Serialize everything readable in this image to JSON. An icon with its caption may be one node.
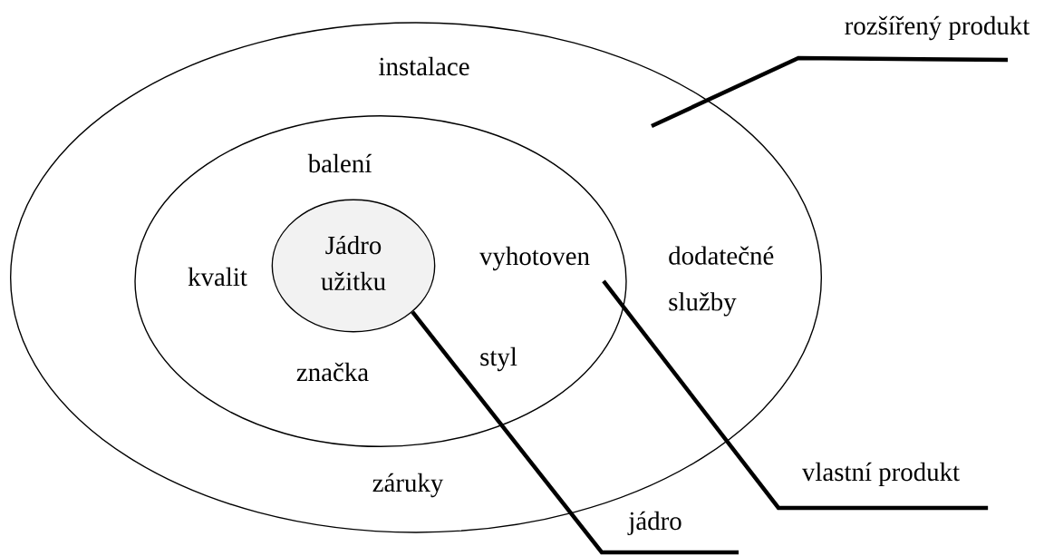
{
  "diagram": {
    "nodes": [
      {
        "text": [
          "instalace",
          "dodatečné služby",
          "záruky"
        ]
      },
      {
        "text": [
          "balení",
          "kvalit",
          "vyhotoven",
          "značka",
          "styl"
        ],
        "in": 0
      },
      {
        "text": [
          "Jádro užitku"
        ],
        "in": 1
      },
      {
        "text": [
          "rozšířený produkt"
        ]
      },
      {
        "text": [
          "vlastní produkt"
        ]
      },
      {
        "text": [
          "jádro"
        ]
      }
    ],
    "edges": [
      {
        "from": 3,
        "to": 0,
        "arrow": "none"
      },
      {
        "from": 4,
        "to": 1,
        "arrow": "none"
      },
      {
        "from": 5,
        "to": 2,
        "arrow": "none"
      }
    ]
  }
}
